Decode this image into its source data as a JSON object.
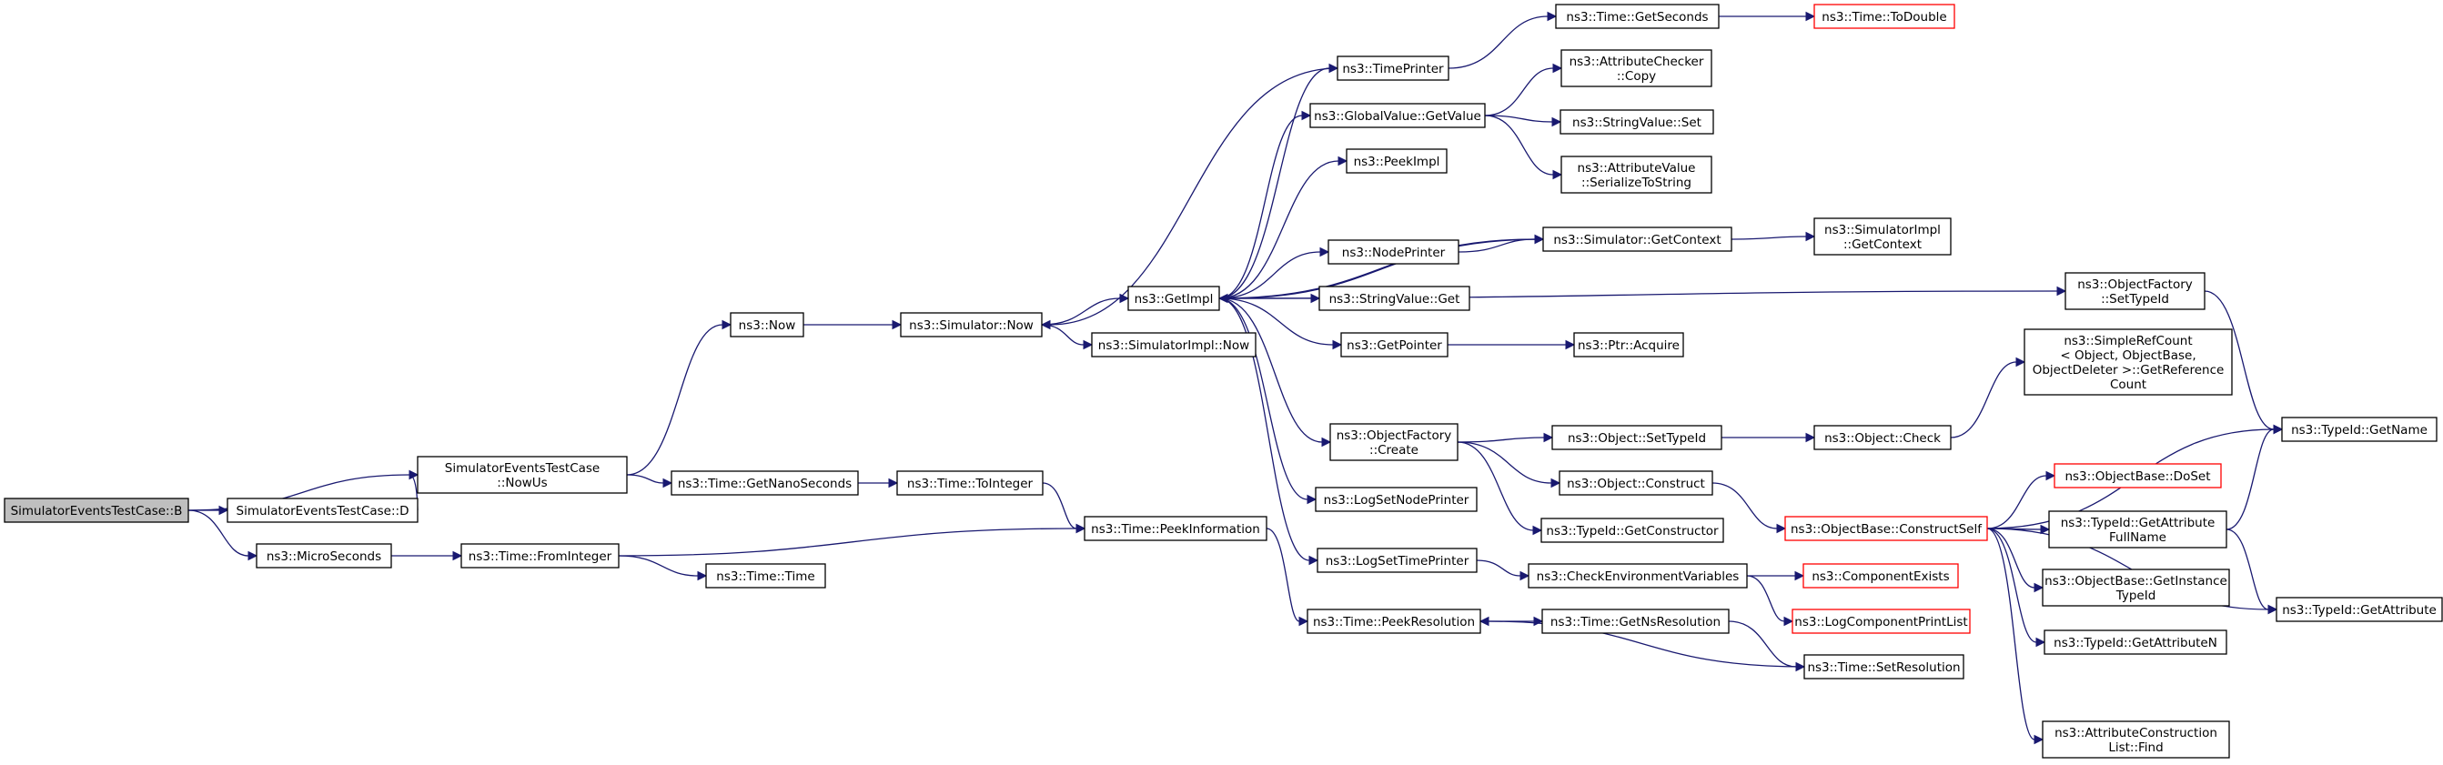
{
  "diagram": {
    "nodes": [
      {
        "id": "root",
        "lines": [
          "SimulatorEventsTestCase::B"
        ],
        "style": "root"
      },
      {
        "id": "stD",
        "lines": [
          "SimulatorEventsTestCase::D"
        ]
      },
      {
        "id": "nowus",
        "lines": [
          "SimulatorEventsTestCase",
          "::NowUs"
        ]
      },
      {
        "id": "micro",
        "lines": [
          "ns3::MicroSeconds"
        ]
      },
      {
        "id": "now",
        "lines": [
          "ns3::Now"
        ]
      },
      {
        "id": "getnano",
        "lines": [
          "ns3::Time::GetNanoSeconds"
        ]
      },
      {
        "id": "fromint",
        "lines": [
          "ns3::Time::FromInteger"
        ]
      },
      {
        "id": "timetime",
        "lines": [
          "ns3::Time::Time"
        ]
      },
      {
        "id": "toint",
        "lines": [
          "ns3::Time::ToInteger"
        ]
      },
      {
        "id": "peekinfo",
        "lines": [
          "ns3::Time::PeekInformation"
        ]
      },
      {
        "id": "simnow",
        "lines": [
          "ns3::Simulator::Now"
        ]
      },
      {
        "id": "simimplnow",
        "lines": [
          "ns3::SimulatorImpl::Now"
        ]
      },
      {
        "id": "getimpl",
        "lines": [
          "ns3::GetImpl"
        ]
      },
      {
        "id": "timeprinter",
        "lines": [
          "ns3::TimePrinter"
        ]
      },
      {
        "id": "gvget",
        "lines": [
          "ns3::GlobalValue::GetValue"
        ]
      },
      {
        "id": "peekimpl",
        "lines": [
          "ns3::PeekImpl"
        ]
      },
      {
        "id": "nodeprinter",
        "lines": [
          "ns3::NodePrinter"
        ]
      },
      {
        "id": "svget",
        "lines": [
          "ns3::StringValue::Get"
        ]
      },
      {
        "id": "getpointer",
        "lines": [
          "ns3::GetPointer"
        ]
      },
      {
        "id": "ofcreate",
        "lines": [
          "ns3::ObjectFactory",
          "::Create"
        ]
      },
      {
        "id": "logsetnode",
        "lines": [
          "ns3::LogSetNodePrinter"
        ]
      },
      {
        "id": "logsettime",
        "lines": [
          "ns3::LogSetTimePrinter"
        ]
      },
      {
        "id": "peekres",
        "lines": [
          "ns3::Time::PeekResolution"
        ]
      },
      {
        "id": "getseconds",
        "lines": [
          "ns3::Time::GetSeconds"
        ]
      },
      {
        "id": "acheckcopy",
        "lines": [
          "ns3::AttributeChecker",
          "::Copy"
        ]
      },
      {
        "id": "svset",
        "lines": [
          "ns3::StringValue::Set"
        ]
      },
      {
        "id": "avser",
        "lines": [
          "ns3::AttributeValue",
          "::SerializeToString"
        ]
      },
      {
        "id": "simgetctx",
        "lines": [
          "ns3::Simulator::GetContext"
        ]
      },
      {
        "id": "ptracq",
        "lines": [
          "ns3::Ptr::Acquire"
        ]
      },
      {
        "id": "objsettid",
        "lines": [
          "ns3::Object::SetTypeId"
        ]
      },
      {
        "id": "objconstruct",
        "lines": [
          "ns3::Object::Construct"
        ]
      },
      {
        "id": "tidgetctor",
        "lines": [
          "ns3::TypeId::GetConstructor"
        ]
      },
      {
        "id": "checkenv",
        "lines": [
          "ns3::CheckEnvironmentVariables"
        ]
      },
      {
        "id": "getnsres",
        "lines": [
          "ns3::Time::GetNsResolution"
        ]
      },
      {
        "id": "todouble",
        "lines": [
          "ns3::Time::ToDouble"
        ],
        "style": "trunc"
      },
      {
        "id": "simimplctx",
        "lines": [
          "ns3::SimulatorImpl",
          "::GetContext"
        ]
      },
      {
        "id": "ofsettid",
        "lines": [
          "ns3::ObjectFactory",
          "::SetTypeId"
        ]
      },
      {
        "id": "srcount",
        "lines": [
          "ns3::SimpleRefCount",
          "< Object, ObjectBase,",
          "ObjectDeleter >::GetReference",
          "Count"
        ]
      },
      {
        "id": "objcheck",
        "lines": [
          "ns3::Object::Check"
        ]
      },
      {
        "id": "obconstruct",
        "lines": [
          "ns3::ObjectBase::ConstructSelf"
        ],
        "style": "trunc"
      },
      {
        "id": "compexists",
        "lines": [
          "ns3::ComponentExists"
        ],
        "style": "trunc"
      },
      {
        "id": "logcomplist",
        "lines": [
          "ns3::LogComponentPrintList"
        ],
        "style": "trunc"
      },
      {
        "id": "setres",
        "lines": [
          "ns3::Time::SetResolution"
        ]
      },
      {
        "id": "tidgetname",
        "lines": [
          "ns3::TypeId::GetName"
        ]
      },
      {
        "id": "obdoset",
        "lines": [
          "ns3::ObjectBase::DoSet"
        ],
        "style": "trunc"
      },
      {
        "id": "tidgafn",
        "lines": [
          "ns3::TypeId::GetAttribute",
          "FullName"
        ]
      },
      {
        "id": "obgitid",
        "lines": [
          "ns3::ObjectBase::GetInstance",
          "TypeId"
        ]
      },
      {
        "id": "tidgan",
        "lines": [
          "ns3::TypeId::GetAttributeN"
        ]
      },
      {
        "id": "aclfind",
        "lines": [
          "ns3::AttributeConstruction",
          "List::Find"
        ]
      },
      {
        "id": "tidga",
        "lines": [
          "ns3::TypeId::GetAttribute"
        ]
      }
    ],
    "edges": [
      [
        "root",
        "stD"
      ],
      [
        "root",
        "nowus"
      ],
      [
        "root",
        "micro"
      ],
      [
        "stD",
        "nowus"
      ],
      [
        "nowus",
        "now"
      ],
      [
        "nowus",
        "getnano"
      ],
      [
        "micro",
        "fromint"
      ],
      [
        "fromint",
        "peekinfo"
      ],
      [
        "fromint",
        "timetime"
      ],
      [
        "getnano",
        "toint"
      ],
      [
        "toint",
        "peekinfo"
      ],
      [
        "peekinfo",
        "peekres"
      ],
      [
        "now",
        "simnow"
      ],
      [
        "simnow",
        "getimpl"
      ],
      [
        "simnow",
        "simimplnow"
      ],
      [
        "timeprinter",
        "simnow"
      ],
      [
        "getimpl",
        "timeprinter"
      ],
      [
        "getimpl",
        "gvget"
      ],
      [
        "getimpl",
        "peekimpl"
      ],
      [
        "getimpl",
        "nodeprinter"
      ],
      [
        "getimpl",
        "simgetctx"
      ],
      [
        "getimpl",
        "svget"
      ],
      [
        "getimpl",
        "getpointer"
      ],
      [
        "getimpl",
        "ofsettid"
      ],
      [
        "getimpl",
        "ofcreate"
      ],
      [
        "getimpl",
        "logsetnode"
      ],
      [
        "getimpl",
        "logsettime"
      ],
      [
        "timeprinter",
        "getseconds"
      ],
      [
        "getseconds",
        "todouble"
      ],
      [
        "gvget",
        "acheckcopy"
      ],
      [
        "gvget",
        "svset"
      ],
      [
        "gvget",
        "avser"
      ],
      [
        "nodeprinter",
        "simgetctx"
      ],
      [
        "simgetctx",
        "getimpl"
      ],
      [
        "simgetctx",
        "simimplctx"
      ],
      [
        "getpointer",
        "ptracq"
      ],
      [
        "ofsettid",
        "tidgetname"
      ],
      [
        "ofcreate",
        "objsettid"
      ],
      [
        "ofcreate",
        "objconstruct"
      ],
      [
        "ofcreate",
        "tidgetctor"
      ],
      [
        "objsettid",
        "objcheck"
      ],
      [
        "objcheck",
        "srcount"
      ],
      [
        "objconstruct",
        "obconstruct"
      ],
      [
        "logsettime",
        "checkenv"
      ],
      [
        "checkenv",
        "compexists"
      ],
      [
        "checkenv",
        "logcomplist"
      ],
      [
        "peekres",
        "getnsres"
      ],
      [
        "getnsres",
        "setres"
      ],
      [
        "setres",
        "peekres"
      ],
      [
        "obconstruct",
        "tidgetname"
      ],
      [
        "obconstruct",
        "obdoset"
      ],
      [
        "obconstruct",
        "tidgafn"
      ],
      [
        "obconstruct",
        "obgitid"
      ],
      [
        "obconstruct",
        "tidgan"
      ],
      [
        "obconstruct",
        "aclfind"
      ],
      [
        "obconstruct",
        "tidga"
      ],
      [
        "tidgafn",
        "tidgetname"
      ],
      [
        "tidgafn",
        "tidga"
      ]
    ]
  }
}
